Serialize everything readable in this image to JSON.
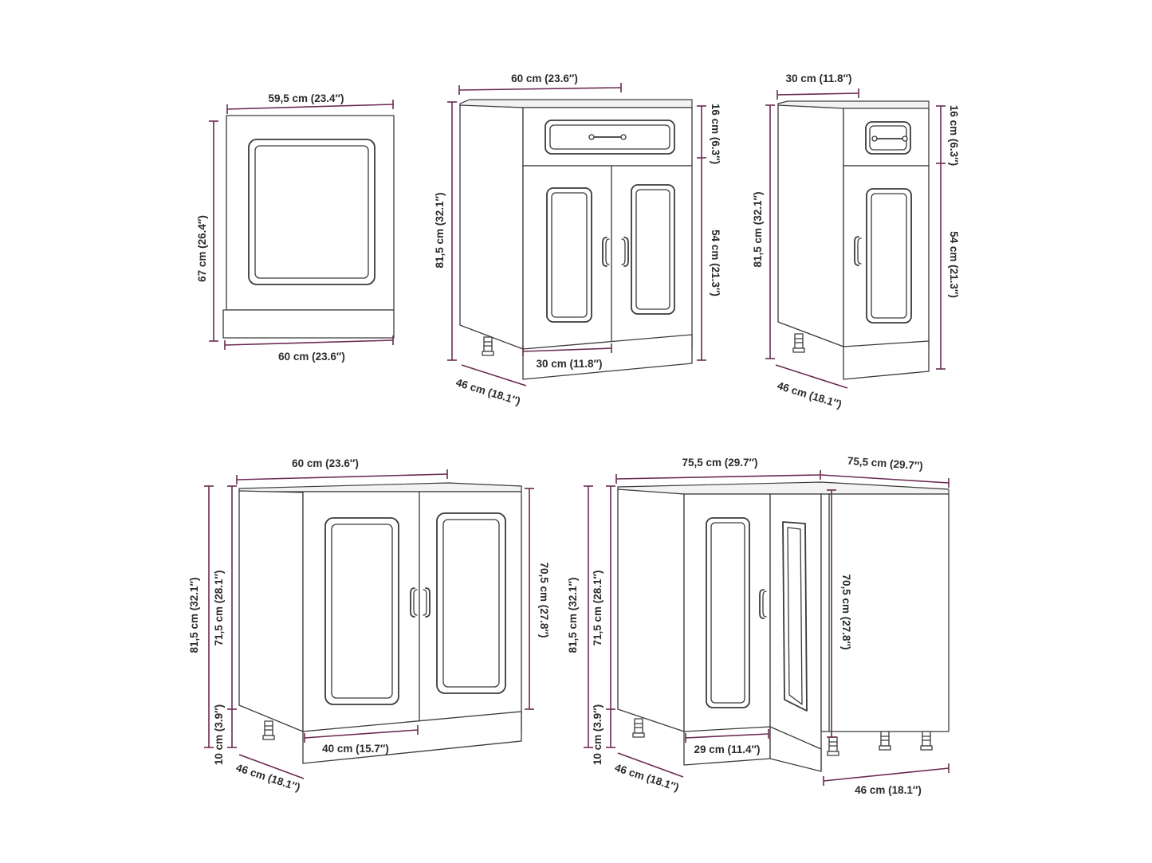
{
  "cabinets": [
    {
      "id": "oven-panel",
      "dims": {
        "top_width": "59,5 cm (23.4″)",
        "height": "67 cm (26.4″)",
        "bottom_width": "60 cm (23.6″)"
      }
    },
    {
      "id": "drawer-double-door",
      "dims": {
        "width": "60 cm (23.6″)",
        "drawer_height": "16 cm (6.3″)",
        "door_height": "54 cm (21.3″)",
        "total_height": "81,5 cm (32.1″)",
        "door_width": "30 cm (11.8″)",
        "depth": "46 cm (18.1″)"
      }
    },
    {
      "id": "drawer-single-door",
      "dims": {
        "width": "30 cm (11.8″)",
        "drawer_height": "16 cm (6.3″)",
        "door_height": "54 cm (21.3″)",
        "total_height": "81,5 cm (32.1″)",
        "depth": "46 cm (18.1″)"
      }
    },
    {
      "id": "sink-base",
      "dims": {
        "width": "60 cm (23.6″)",
        "total_height": "81,5 cm (32.1″)",
        "body_height": "71,5 cm (28.1″)",
        "plinth_height": "10 cm (3.9″)",
        "door_height": "70,5 cm (27.8″)",
        "opening_width": "40 cm (15.7″)",
        "depth": "46 cm (18.1″)"
      }
    },
    {
      "id": "corner-base",
      "dims": {
        "width_left": "75,5 cm (29.7″)",
        "width_right": "75,5 cm (29.7″)",
        "total_height": "81,5 cm (32.1″)",
        "body_height": "71,5 cm (28.1″)",
        "plinth_height": "10 cm (3.9″)",
        "door_height": "70,5 cm (27.8″)",
        "door_width": "29 cm (11.4″)",
        "depth_left": "46 cm (18.1″)",
        "depth_right": "46 cm (18.1″)"
      }
    }
  ],
  "colors": {
    "dimension_line": "#6b2a52",
    "outline": "#3a3a3a",
    "text": "#2b2b2b"
  }
}
